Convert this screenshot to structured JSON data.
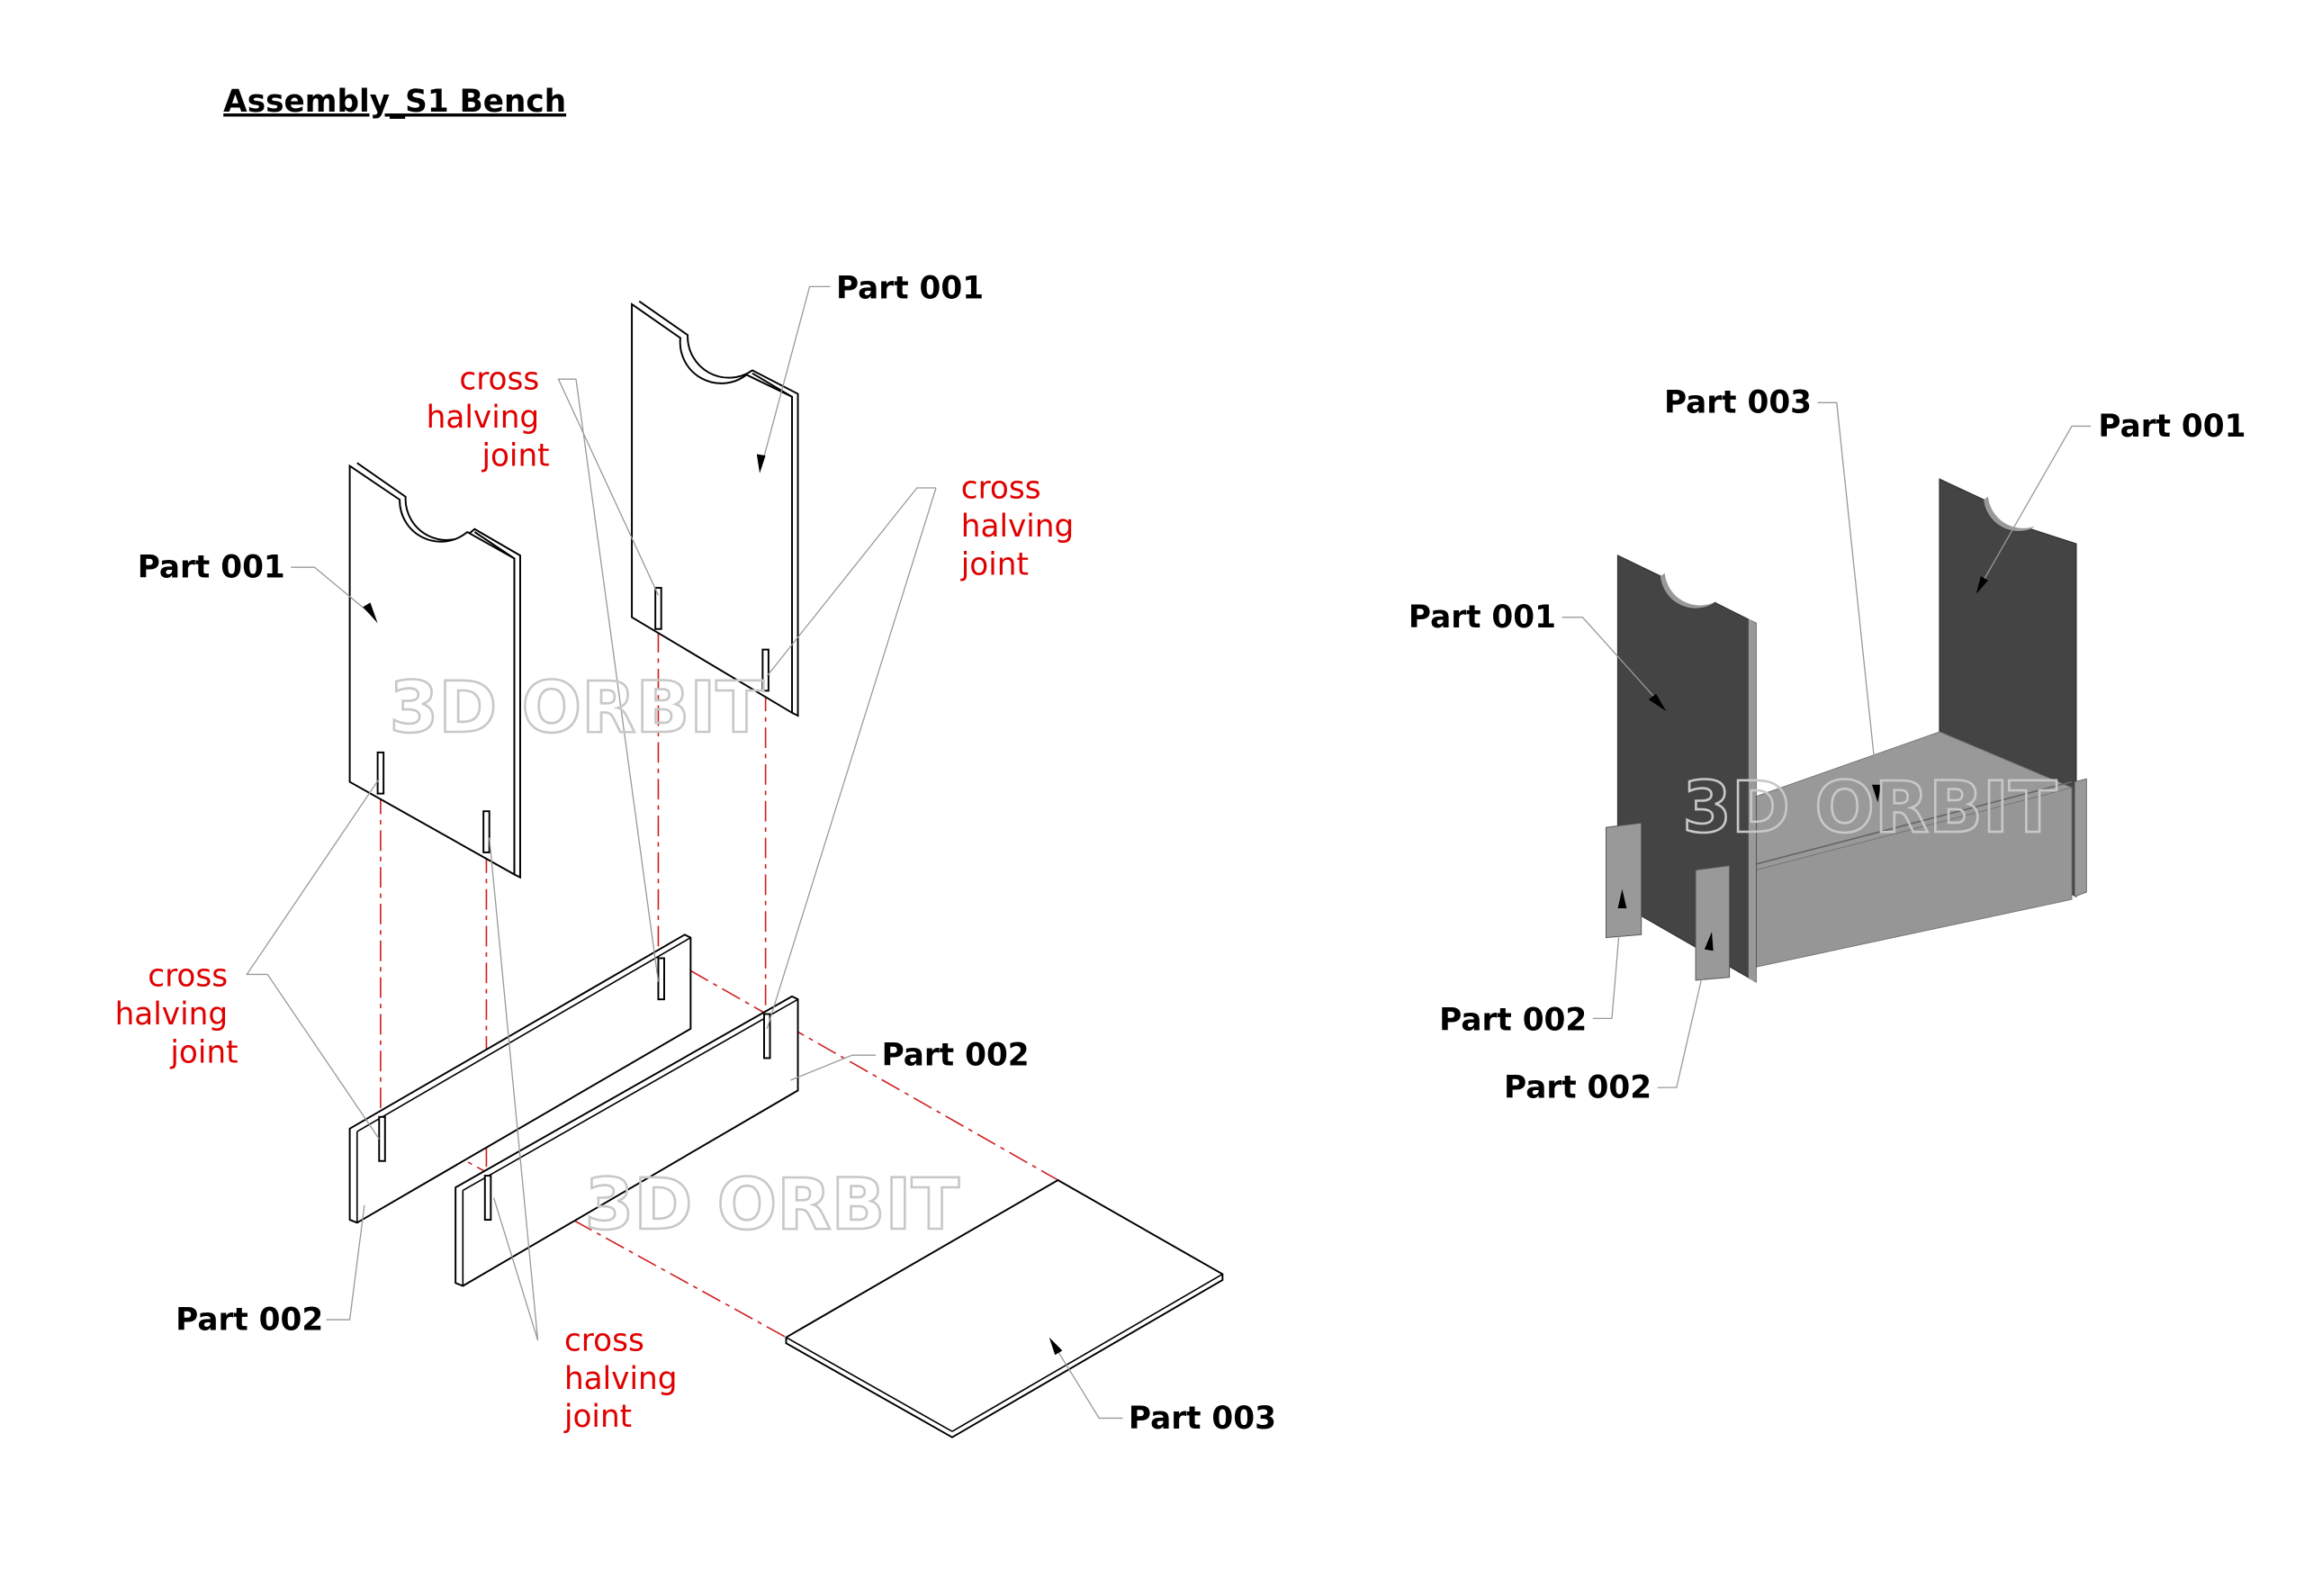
{
  "title": "Assembly_S1 Bench",
  "watermark": "3D ORBIT",
  "exploded_view": {
    "labels": {
      "part001_left": "Part 001",
      "part001_right": "Part 001",
      "part002_left": "Part 002",
      "part002_right": "Part 002",
      "part003": "Part 003"
    },
    "joints": [
      {
        "line1": "cross",
        "line2": "halving",
        "line3": "joint"
      },
      {
        "line1": "cross",
        "line2": "halving",
        "line3": "joint"
      },
      {
        "line1": "cross",
        "line2": "halving",
        "line3": "joint"
      },
      {
        "line1": "cross",
        "line2": "halving",
        "line3": "joint"
      }
    ]
  },
  "assembled_view": {
    "labels": {
      "part003": "Part 003",
      "part001_right": "Part 001",
      "part001_left": "Part 001",
      "part002_upper": "Part 002",
      "part002_lower": "Part 002"
    }
  },
  "colors": {
    "joint_text": "#e00000",
    "panel_dark": "#444444",
    "panel_light": "#999999"
  }
}
